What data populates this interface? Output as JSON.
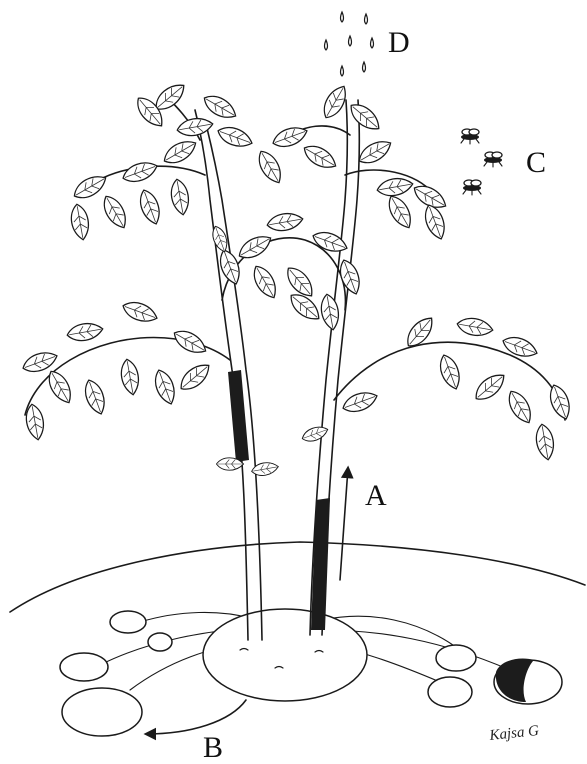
{
  "diagram": {
    "labels": {
      "a": "A",
      "b": "B",
      "c": "C",
      "d": "D"
    },
    "signature": "Kajsa G",
    "icons": {
      "rain": "water-drops-icon",
      "insects": "aphid-insects-icon",
      "arrow_up": "arrow-up-icon",
      "arrow_left": "arrow-left-icon"
    }
  }
}
